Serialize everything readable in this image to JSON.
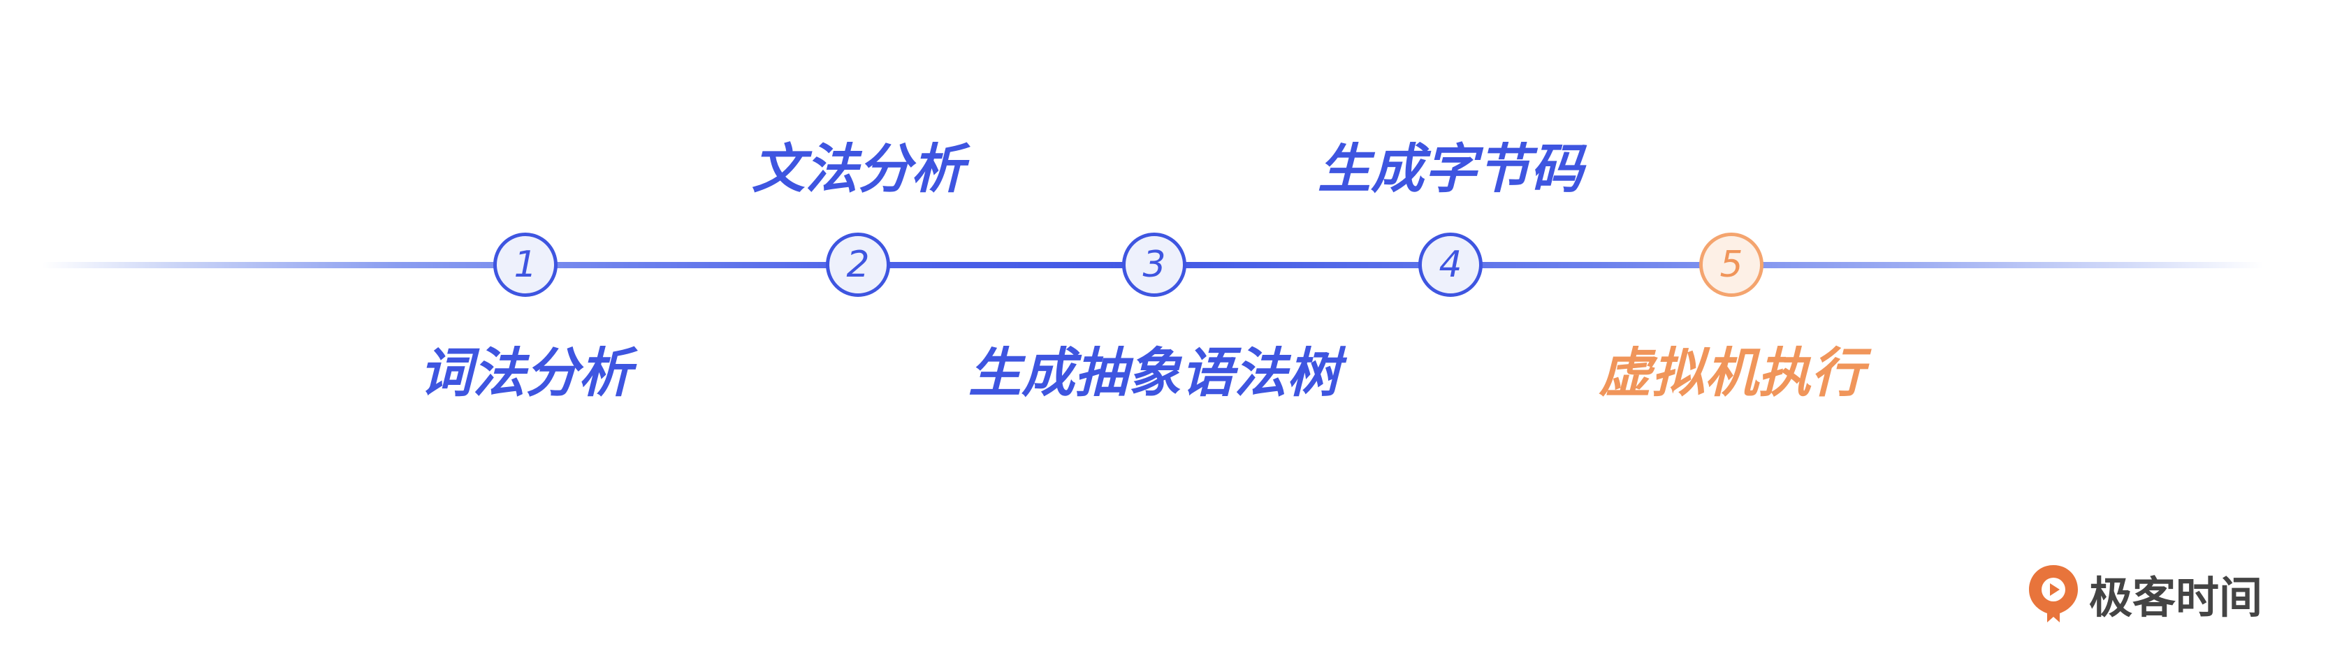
{
  "steps": [
    {
      "number": "1",
      "label": "词法分析"
    },
    {
      "number": "2",
      "label": "文法分析"
    },
    {
      "number": "3",
      "label": "生成抽象语法树"
    },
    {
      "number": "4",
      "label": "生成字节码"
    },
    {
      "number": "5",
      "label": "虚拟机执行"
    }
  ],
  "brand": {
    "name": "极客时间"
  },
  "colors": {
    "primary": "#3e55e0",
    "highlight": "#f0955a",
    "brand_logo": "#e8743b"
  }
}
